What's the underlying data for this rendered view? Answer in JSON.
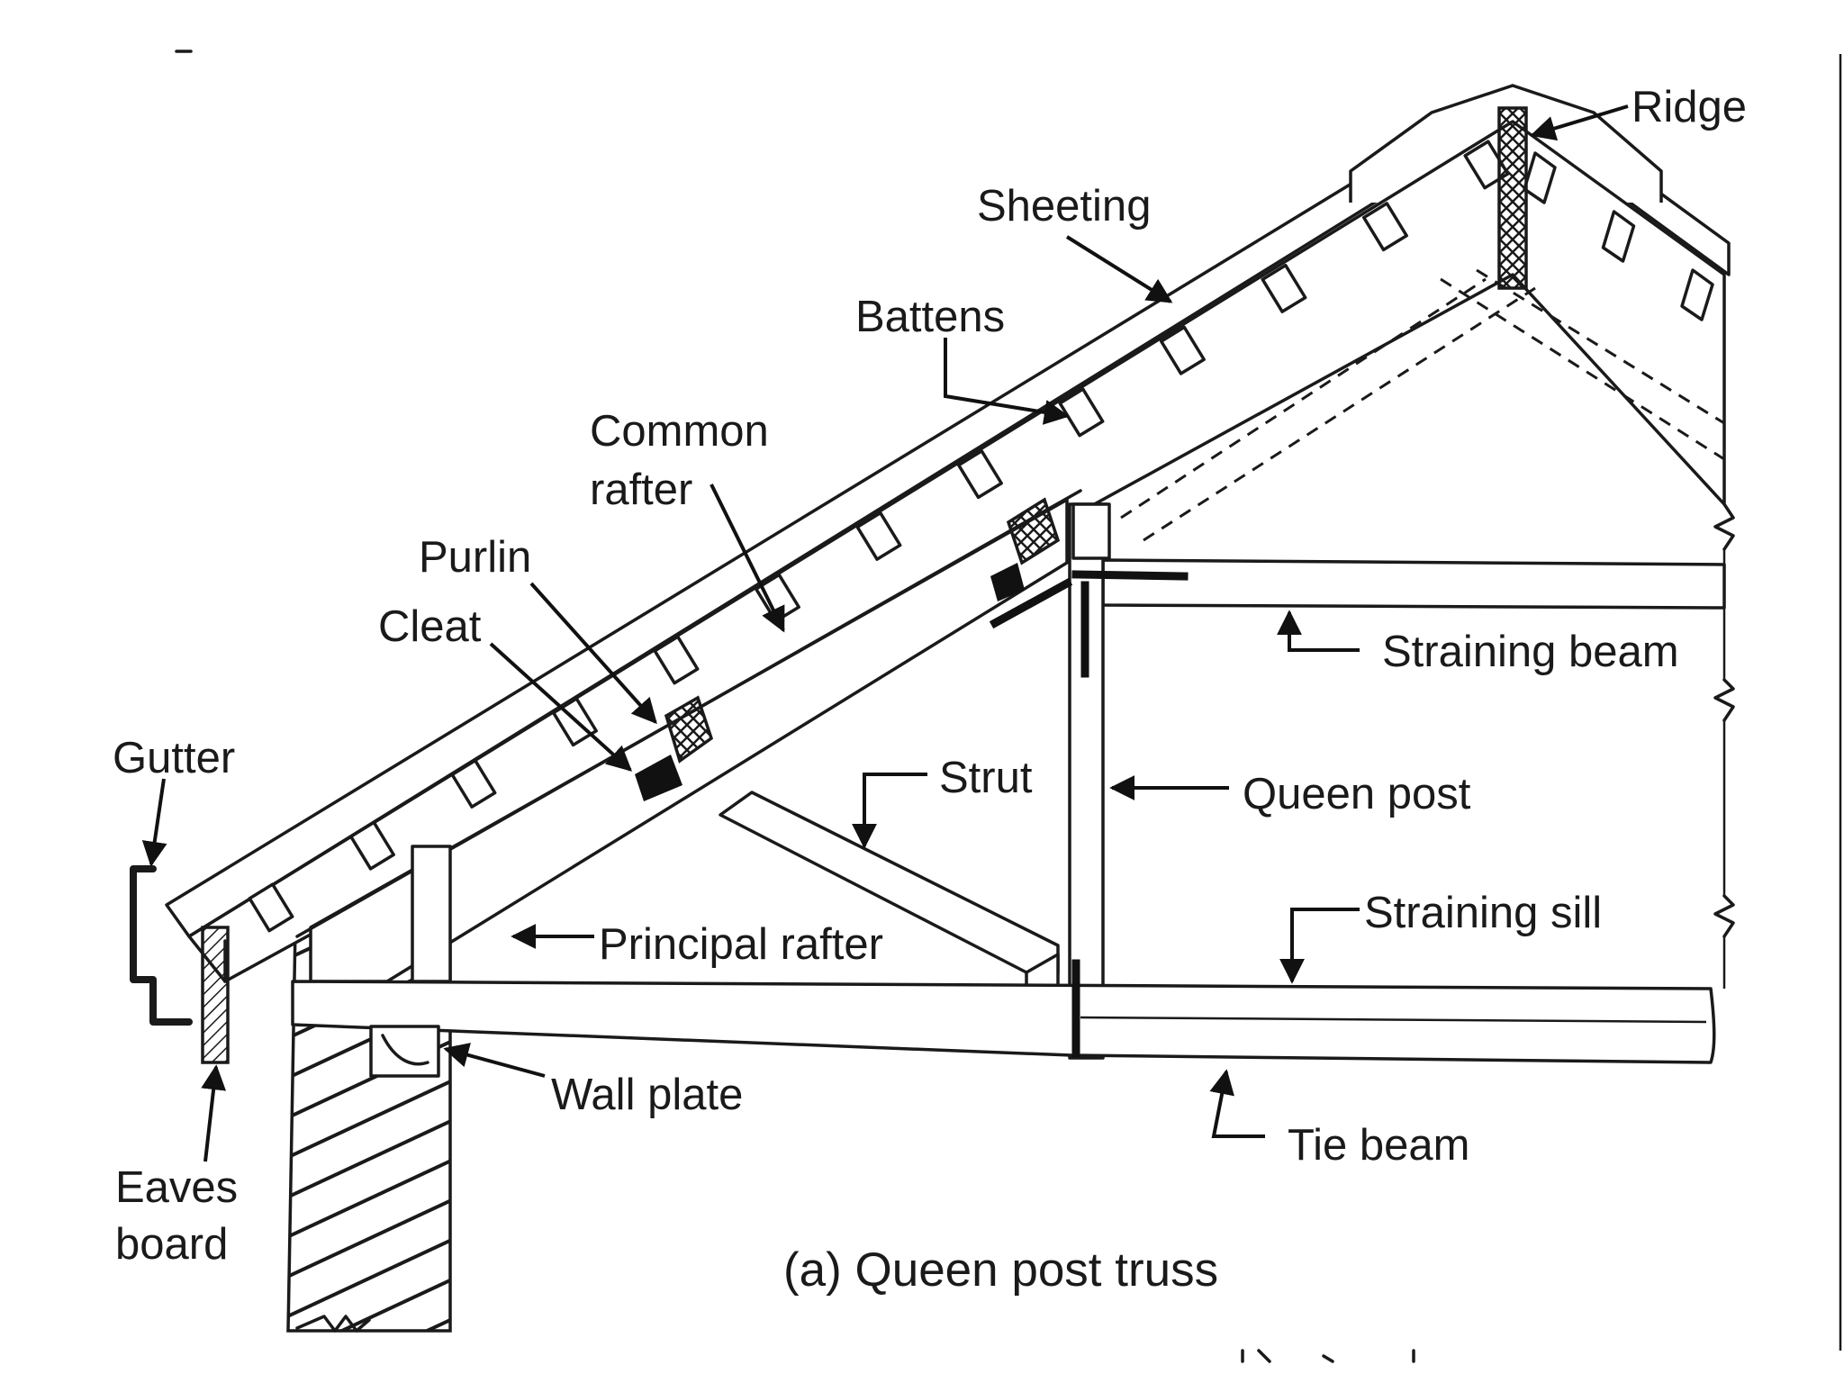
{
  "caption": "(a) Queen post truss",
  "labels": {
    "ridge": "Ridge",
    "sheeting": "Sheeting",
    "battens": "Battens",
    "common_rafter_line1": "Common",
    "common_rafter_line2": "rafter",
    "purlin": "Purlin",
    "cleat": "Cleat",
    "gutter": "Gutter",
    "eaves_board_line1": "Eaves",
    "eaves_board_line2": "board",
    "strut": "Strut",
    "queen_post": "Queen post",
    "straining_beam": "Straining beam",
    "straining_sill": "Straining sill",
    "principal_rafter": "Principal rafter",
    "wall_plate": "Wall plate",
    "tie_beam": "Tie beam"
  },
  "colors": {
    "ink": "#1a1a1a",
    "paper": "#ffffff"
  }
}
